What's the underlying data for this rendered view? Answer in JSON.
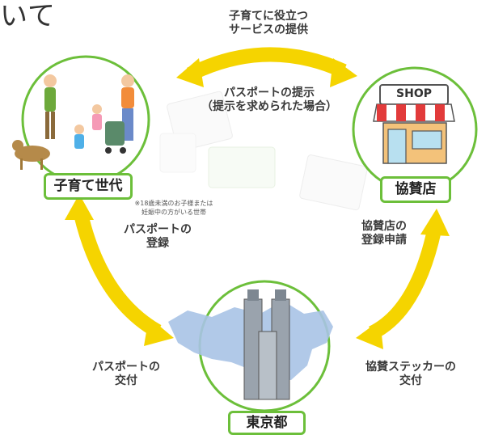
{
  "header": {
    "title_fragment": "いて"
  },
  "nodes": {
    "family": {
      "label": "子育て世代"
    },
    "shop": {
      "label": "協賛店",
      "sign": "SHOP"
    },
    "tokyo": {
      "label": "東京都"
    }
  },
  "annotations": {
    "top_arrow": [
      "子育てに役立つ",
      "サービスの提供"
    ],
    "passport_present": [
      "パスポートの提示",
      "（提示を求められた場合）"
    ],
    "family_note": [
      "※18歳未満のお子様または",
      "妊娠中の方がいる世帯"
    ],
    "passport_register": [
      "パスポートの",
      "登録"
    ],
    "shop_register": [
      "協賛店の",
      "登録申請"
    ],
    "passport_issue": [
      "パスポートの",
      "交付"
    ],
    "sticker_issue": [
      "協賛ステッカーの",
      "交付"
    ]
  },
  "colors": {
    "circle_border": "#6cbf3a",
    "arrow": "#f5d400",
    "map": "#a9c3e6",
    "shop_awning_red": "#e23b3b"
  }
}
